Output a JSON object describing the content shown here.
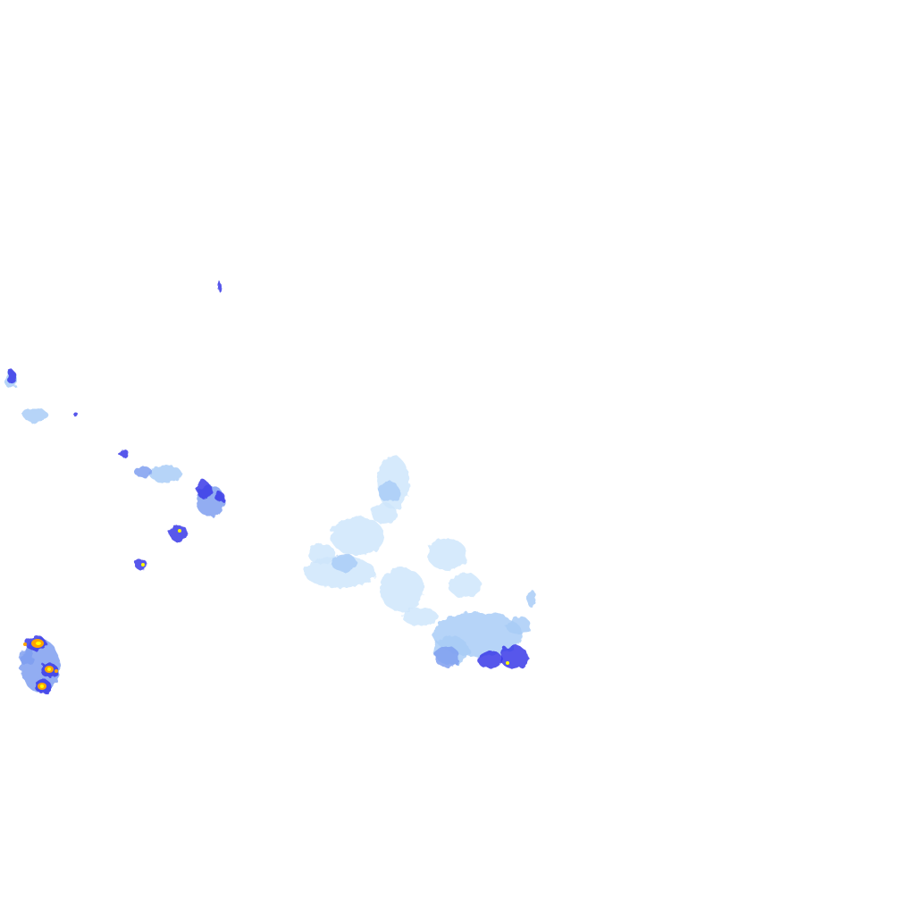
{
  "map": {
    "type": "precipitation-radar-overlay",
    "intensity_colors": {
      "very_light": "#cfe6fb",
      "light": "#a9cdf7",
      "moderate": "#7f9ff0",
      "heavy": "#3a3ae8",
      "very_heavy": "#2020c8",
      "extreme_core": "#ffff00",
      "extreme_ring": "#ffa500"
    },
    "cells": [
      {
        "intensity": "very_light",
        "shapes": [
          [
            440,
            540,
            18,
            30
          ],
          [
            400,
            600,
            30,
            22
          ],
          [
            380,
            640,
            40,
            18
          ],
          [
            450,
            660,
            25,
            25
          ],
          [
            500,
            620,
            22,
            18
          ],
          [
            520,
            655,
            18,
            14
          ],
          [
            360,
            620,
            15,
            12
          ],
          [
            470,
            690,
            20,
            10
          ],
          [
            430,
            575,
            14,
            12
          ]
        ]
      },
      {
        "intensity": "light",
        "shapes": [
          [
            535,
            710,
            50,
            25
          ],
          [
            505,
            728,
            20,
            16
          ],
          [
            435,
            550,
            12,
            12
          ],
          [
            385,
            630,
            14,
            10
          ],
          [
            580,
            700,
            14,
            10
          ],
          [
            595,
            670,
            5,
            10
          ],
          [
            40,
            465,
            14,
            8
          ],
          [
            12,
            425,
            7,
            10
          ],
          [
            185,
            530,
            18,
            10
          ]
        ]
      },
      {
        "intensity": "moderate",
        "shapes": [
          [
            500,
            735,
            14,
            12
          ],
          [
            235,
            560,
            16,
            18
          ],
          [
            160,
            528,
            10,
            6
          ],
          [
            45,
            745,
            22,
            30
          ],
          [
            30,
            735,
            8,
            10
          ]
        ]
      },
      {
        "intensity": "heavy",
        "shapes": [
          [
            548,
            738,
            14,
            10
          ],
          [
            575,
            735,
            16,
            13
          ],
          [
            200,
            597,
            10,
            10
          ],
          [
            158,
            632,
            7,
            6
          ],
          [
            228,
            548,
            8,
            10
          ],
          [
            246,
            556,
            6,
            5
          ],
          [
            138,
            507,
            6,
            4
          ],
          [
            13,
            422,
            5,
            8
          ],
          [
            40,
            720,
            12,
            8
          ],
          [
            55,
            750,
            10,
            8
          ],
          [
            48,
            768,
            9,
            8
          ],
          [
            245,
            320,
            2,
            6
          ],
          [
            86,
            465,
            3,
            2
          ]
        ]
      },
      {
        "intensity": "extreme_ring",
        "shapes": [
          [
            42,
            720,
            7,
            5
          ],
          [
            55,
            749,
            5,
            4
          ],
          [
            47,
            768,
            5,
            4
          ],
          [
            28,
            721,
            2,
            2
          ],
          [
            63,
            751,
            2,
            2
          ]
        ]
      },
      {
        "intensity": "extreme_core",
        "shapes": [
          [
            568,
            742,
            2,
            2
          ],
          [
            201,
            594,
            2,
            2
          ],
          [
            160,
            632,
            2,
            2
          ],
          [
            43,
            720,
            3,
            2
          ],
          [
            55,
            749,
            2,
            2
          ],
          [
            47,
            768,
            2,
            2
          ]
        ]
      }
    ]
  }
}
